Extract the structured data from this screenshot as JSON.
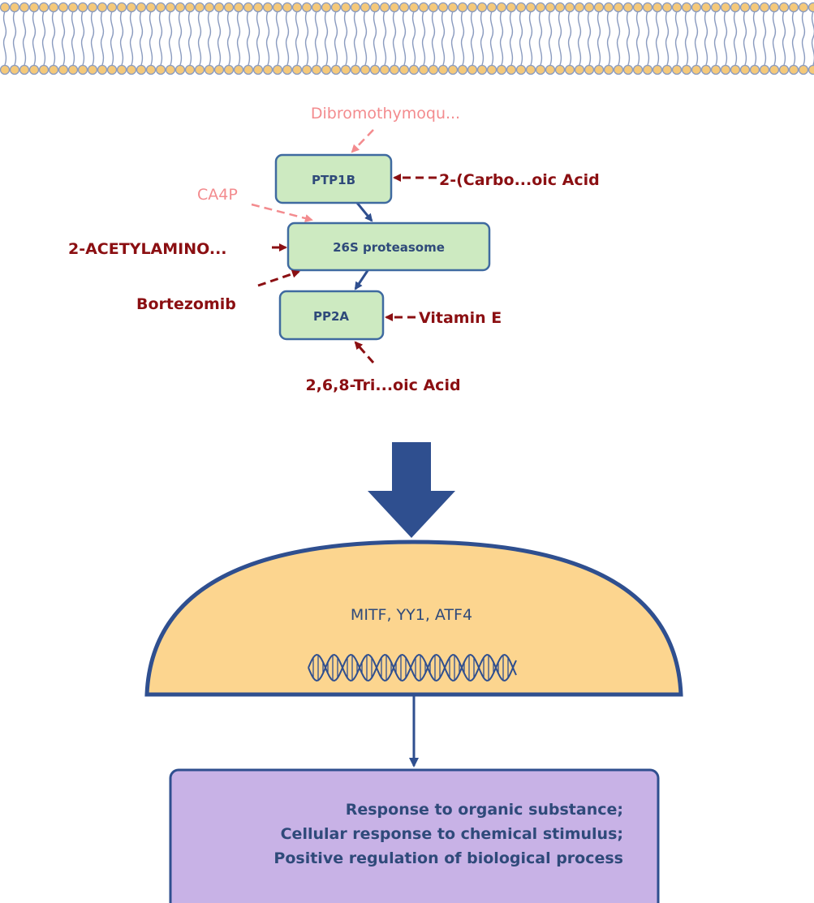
{
  "membrane": {
    "name": "cell-membrane"
  },
  "nodes": {
    "ptp1b": "PTP1B",
    "proteasome": "26S proteasome",
    "pp2a": "PP2A"
  },
  "drugs": {
    "dibromothymoqu": "Dibromothymoqu...",
    "carbo_oic_acid": "2-(Carbo...oic Acid",
    "ca4p": "CA4P",
    "acetylamino": "2-ACETYLAMINO...",
    "bortezomib": "Bortezomib",
    "vitamin_e": "Vitamin E",
    "tri_oic_acid": "2,6,8-Tri...oic Acid"
  },
  "nucleus": {
    "transcription_factors": "MITF, YY1, ATF4"
  },
  "outcome": {
    "line1": "Response to organic substance;",
    "line2": "Cellular response to chemical stimulus;",
    "line3": "Positive regulation of biological process"
  },
  "colors": {
    "node_fill": "#cdeac1",
    "node_stroke": "#3f6aa0",
    "arrow_blue": "#2f4f8f",
    "drug_dark": "#8b0f12",
    "drug_light": "#f38b8e",
    "nucleus_fill": "#fcd58f",
    "outcome_fill": "#c8b2e6",
    "membrane": "#f5c97a",
    "membrane_line": "#8a9bbf"
  }
}
